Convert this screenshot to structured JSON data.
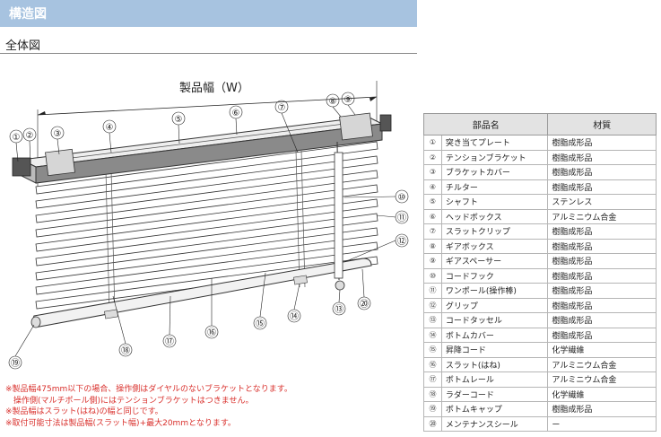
{
  "header": {
    "title": "構造図"
  },
  "section": {
    "title": "全体図"
  },
  "diagram": {
    "width_label": "製品幅（W）",
    "callouts": [
      "①",
      "②",
      "③",
      "④",
      "⑤",
      "⑥",
      "⑦",
      "⑧",
      "⑨",
      "⑩",
      "⑪",
      "⑫",
      "⑬",
      "⑭",
      "⑮",
      "⑯",
      "⑰",
      "⑱",
      "⑲",
      "⑳"
    ]
  },
  "notes": [
    "※製品幅475mm以下の場合、操作側はダイヤルのないブラケットとなります。",
    "操作側(マルチポール側)にはテンションブラケットはつきません。",
    "※製品幅はスラット(はね)の幅と同じです。",
    "※取付可能寸法は製品幅(スラット幅)+最大20mmとなります。"
  ],
  "parts_table": {
    "headers": [
      "部品名",
      "材質"
    ],
    "rows": [
      {
        "num": "①",
        "name": "突き当てプレート",
        "material": "樹脂成形品"
      },
      {
        "num": "②",
        "name": "テンションブラケット",
        "material": "樹脂成形品"
      },
      {
        "num": "③",
        "name": "ブラケットカバー",
        "material": "樹脂成形品"
      },
      {
        "num": "④",
        "name": "チルター",
        "material": "樹脂成形品"
      },
      {
        "num": "⑤",
        "name": "シャフト",
        "material": "ステンレス"
      },
      {
        "num": "⑥",
        "name": "ヘッドボックス",
        "material": "アルミニウム合金"
      },
      {
        "num": "⑦",
        "name": "スラットクリップ",
        "material": "樹脂成形品"
      },
      {
        "num": "⑧",
        "name": "ギアボックス",
        "material": "樹脂成形品"
      },
      {
        "num": "⑨",
        "name": "ギアスペーサー",
        "material": "樹脂成形品"
      },
      {
        "num": "⑩",
        "name": "コードフック",
        "material": "樹脂成形品"
      },
      {
        "num": "⑪",
        "name": "ワンポール(操作棒)",
        "material": "樹脂成形品"
      },
      {
        "num": "⑫",
        "name": "グリップ",
        "material": "樹脂成形品"
      },
      {
        "num": "⑬",
        "name": "コードタッセル",
        "material": "樹脂成形品"
      },
      {
        "num": "⑭",
        "name": "ボトムカバー",
        "material": "樹脂成形品"
      },
      {
        "num": "⑮",
        "name": "昇降コード",
        "material": "化学繊維"
      },
      {
        "num": "⑯",
        "name": "スラット(はね)",
        "material": "アルミニウム合金"
      },
      {
        "num": "⑰",
        "name": "ボトムレール",
        "material": "アルミニウム合金"
      },
      {
        "num": "⑱",
        "name": "ラダーコード",
        "material": "化学繊維"
      },
      {
        "num": "⑲",
        "name": "ボトムキャップ",
        "material": "樹脂成形品"
      },
      {
        "num": "⑳",
        "name": "メンテナンスシール",
        "material": "ー"
      }
    ]
  }
}
